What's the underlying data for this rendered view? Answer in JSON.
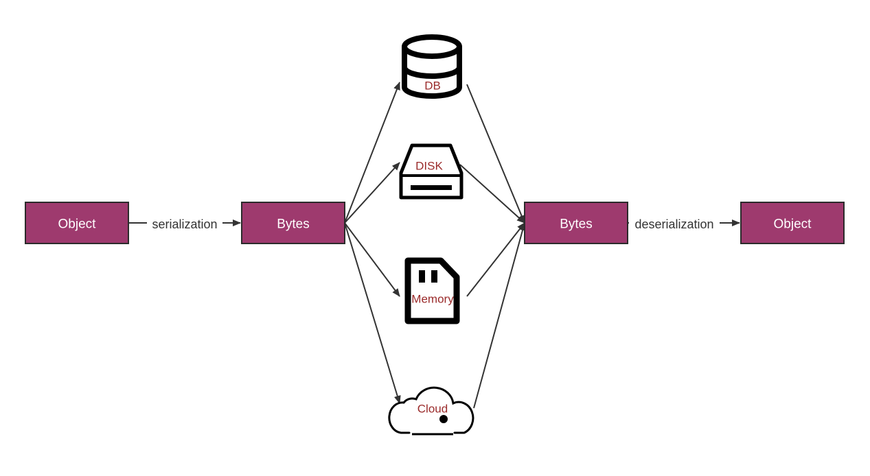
{
  "colors": {
    "node_fill": "#9e3a6e",
    "edge": "#333333",
    "icon_label": "#9a2a2a"
  },
  "nodes": {
    "object_source": "Object",
    "bytes_source": "Bytes",
    "bytes_target": "Bytes",
    "object_target": "Object"
  },
  "edges": {
    "serialization": "serialization",
    "deserialization": "deserialization"
  },
  "storage": {
    "db": {
      "label": "DB",
      "icon": "database-icon"
    },
    "disk": {
      "label": "DISK",
      "icon": "disk-drive-icon"
    },
    "memory": {
      "label": "Memory",
      "icon": "memory-card-icon"
    },
    "cloud": {
      "label": "Cloud",
      "icon": "cloud-icon"
    }
  }
}
